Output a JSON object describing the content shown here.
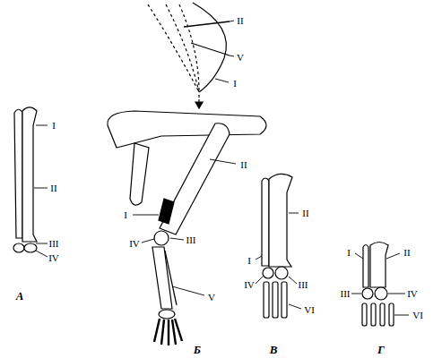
{
  "diagram": {
    "labels": [
      "I",
      "II",
      "III",
      "IV",
      "А",
      "II",
      "V",
      "I",
      "II",
      "I",
      "IV",
      "III",
      "V",
      "Б",
      "II",
      "I",
      "IV",
      "III",
      "VI",
      "В",
      "I",
      "II",
      "III",
      "IV",
      "VI",
      "Г"
    ]
  }
}
